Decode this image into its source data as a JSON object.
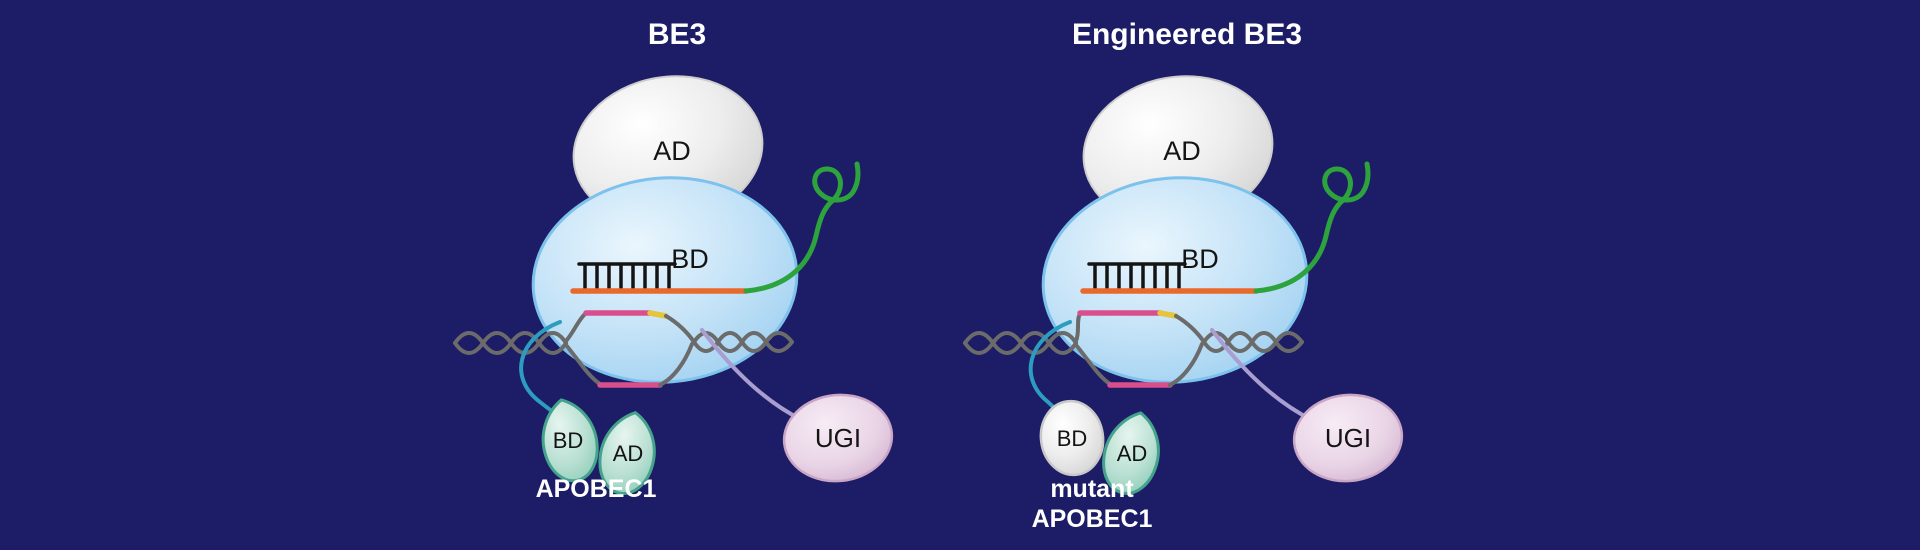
{
  "colors": {
    "background": "#1d1c66",
    "cas9_bd_fill": "#badcf5",
    "cas9_bd_stroke": "#7cc2ec",
    "cas9_ad_fill": "#ececec",
    "sgrna_green": "#2ca33c",
    "dna_gray": "#6b6b6b",
    "hybrid_orange": "#e9692c",
    "ssdna_pink": "#d94f8e",
    "edit_site_yellow": "#e6c43c",
    "apobec_teal_fill": "#b9e0d2",
    "apobec_teal_stroke": "#44a28d",
    "ugi_fill": "#e9d4e6",
    "ugi_stroke": "#c9a5c6",
    "linker_cyan": "#2d9dbf",
    "linker_purple": "#a89ecf"
  },
  "diagrams": [
    {
      "title": "BE3",
      "cas9_ad_label": "AD",
      "cas9_bd_label": "BD",
      "apobec_bd_label": "BD",
      "apobec_ad_label": "AD",
      "apobec_name": "APOBEC1",
      "ugi_label": "UGI"
    },
    {
      "title": "Engineered BE3",
      "cas9_ad_label": "AD",
      "cas9_bd_label": "BD",
      "apobec_bd_label": "BD",
      "apobec_ad_label": "AD",
      "apobec_name_line1": "mutant",
      "apobec_name_line2": "APOBEC1",
      "ugi_label": "UGI"
    }
  ]
}
